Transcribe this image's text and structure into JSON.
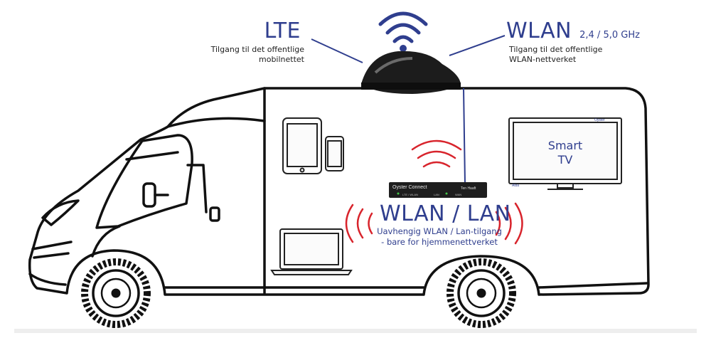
{
  "lte": {
    "title": "LTE",
    "desc_line1": "Tilgang til det offentlige",
    "desc_line2": "mobilnettet"
  },
  "wlan_public": {
    "title": "WLAN",
    "freq": "2,4 / 5,0 GHz",
    "desc_line1": "Tilgang til det offentlige",
    "desc_line2": "WLAN-nettverket"
  },
  "tv": {
    "line1": "Smart",
    "line2": "TV",
    "brand": "Oyster",
    "corner_label": "Alba"
  },
  "router": {
    "brand": "Oyster Connect",
    "port_labels": [
      "LTE / WLAN",
      "LAN",
      "WAN"
    ],
    "logo": "Ten Haaft"
  },
  "wlan_lan": {
    "title": "WLAN / LAN",
    "desc_line1": "Uavhengig WLAN / Lan-tilgang",
    "desc_line2": "- bare for hjemmenettverket"
  },
  "icons": {
    "wifi_signal": "wifi-icon",
    "antenna": "dome-antenna-icon",
    "tablet": "tablet-icon",
    "phone": "smartphone-icon",
    "laptop": "laptop-icon",
    "tv": "tv-icon",
    "router": "router-icon"
  },
  "colors": {
    "brand_blue": "#2f3e8e",
    "signal_red": "#d8242c",
    "outline": "#111111"
  }
}
